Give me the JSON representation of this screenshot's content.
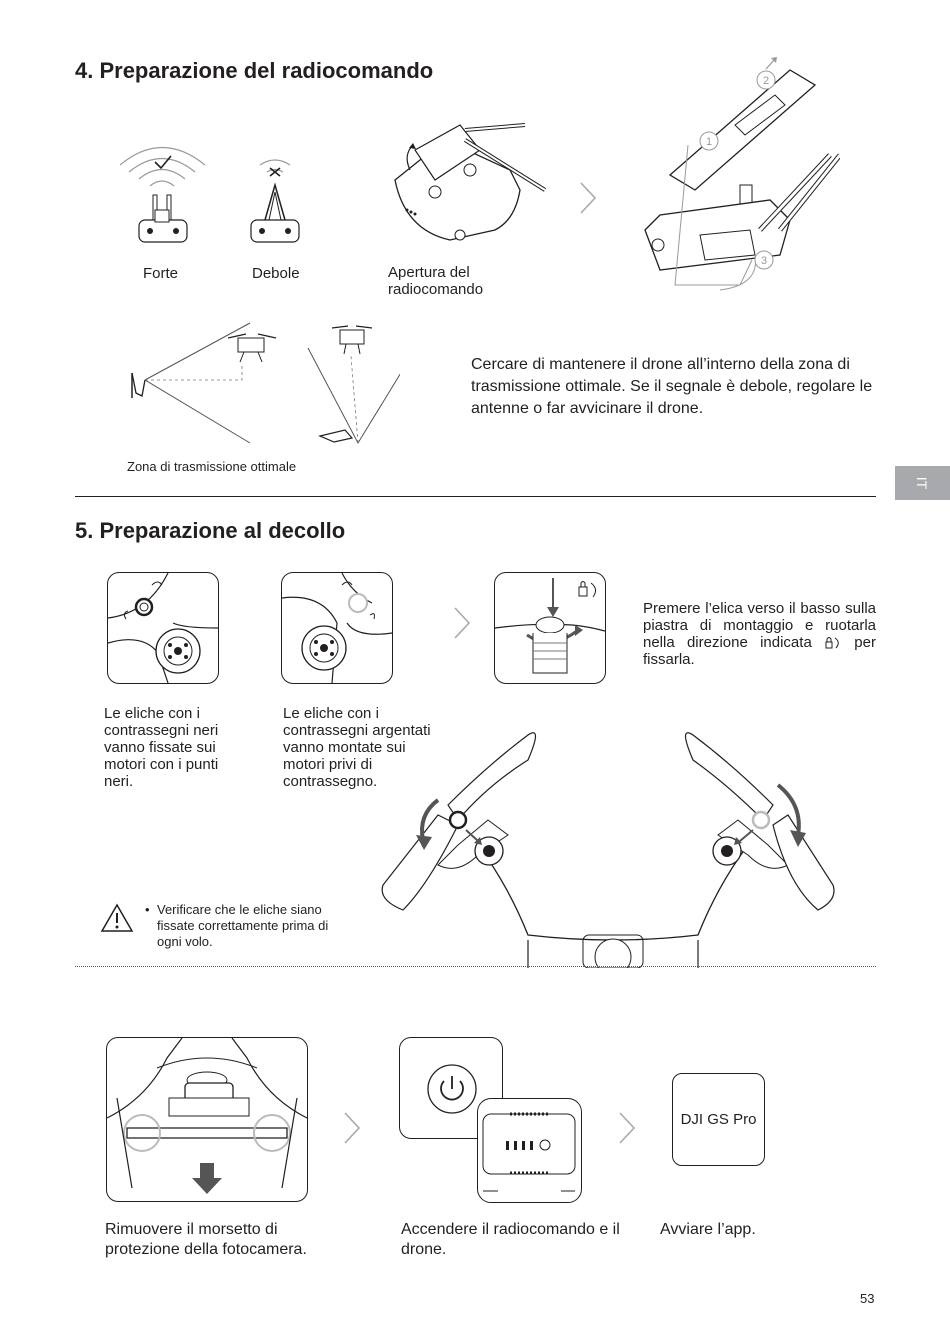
{
  "section4": {
    "title": "4. Preparazione del radiocomando",
    "signal_strong": "Forte",
    "signal_weak": "Debole",
    "open_remote": "Apertura del\nradiocomando",
    "transmission_zone": "Zona di trasmissione ottimale",
    "advice": "Cercare di mantenere il drone all’interno della zona di trasmissione ottimale. Se il segnale è debole, regolare le antenne o far avvicinare il drone.",
    "steps": [
      "1",
      "2",
      "3"
    ]
  },
  "section5": {
    "title": "5. Preparazione al decollo",
    "press_instruction": "Premere l’elica verso il basso sulla piastra di montaggio e ruotarla nella direzione indicata",
    "press_instruction_end": " per fissarla.",
    "black_marks": "Le eliche con i contrassegni neri vanno fissate sui motori con i punti neri.",
    "silver_marks": "Le eliche con i contrassegni argentati vanno montate sui motori privi di contrassegno.",
    "warning": "Verificare che le eliche siano fissate correttamente prima di ogni volo.",
    "remove_clamp": "Rimuovere il morsetto di protezione della fotocamera.",
    "power_on": "Accendere il radiocomando e il drone.",
    "start_app": "Avviare l’app.",
    "app_name": "DJI GS Pro"
  },
  "side_tab": "IT",
  "page_number": "53"
}
